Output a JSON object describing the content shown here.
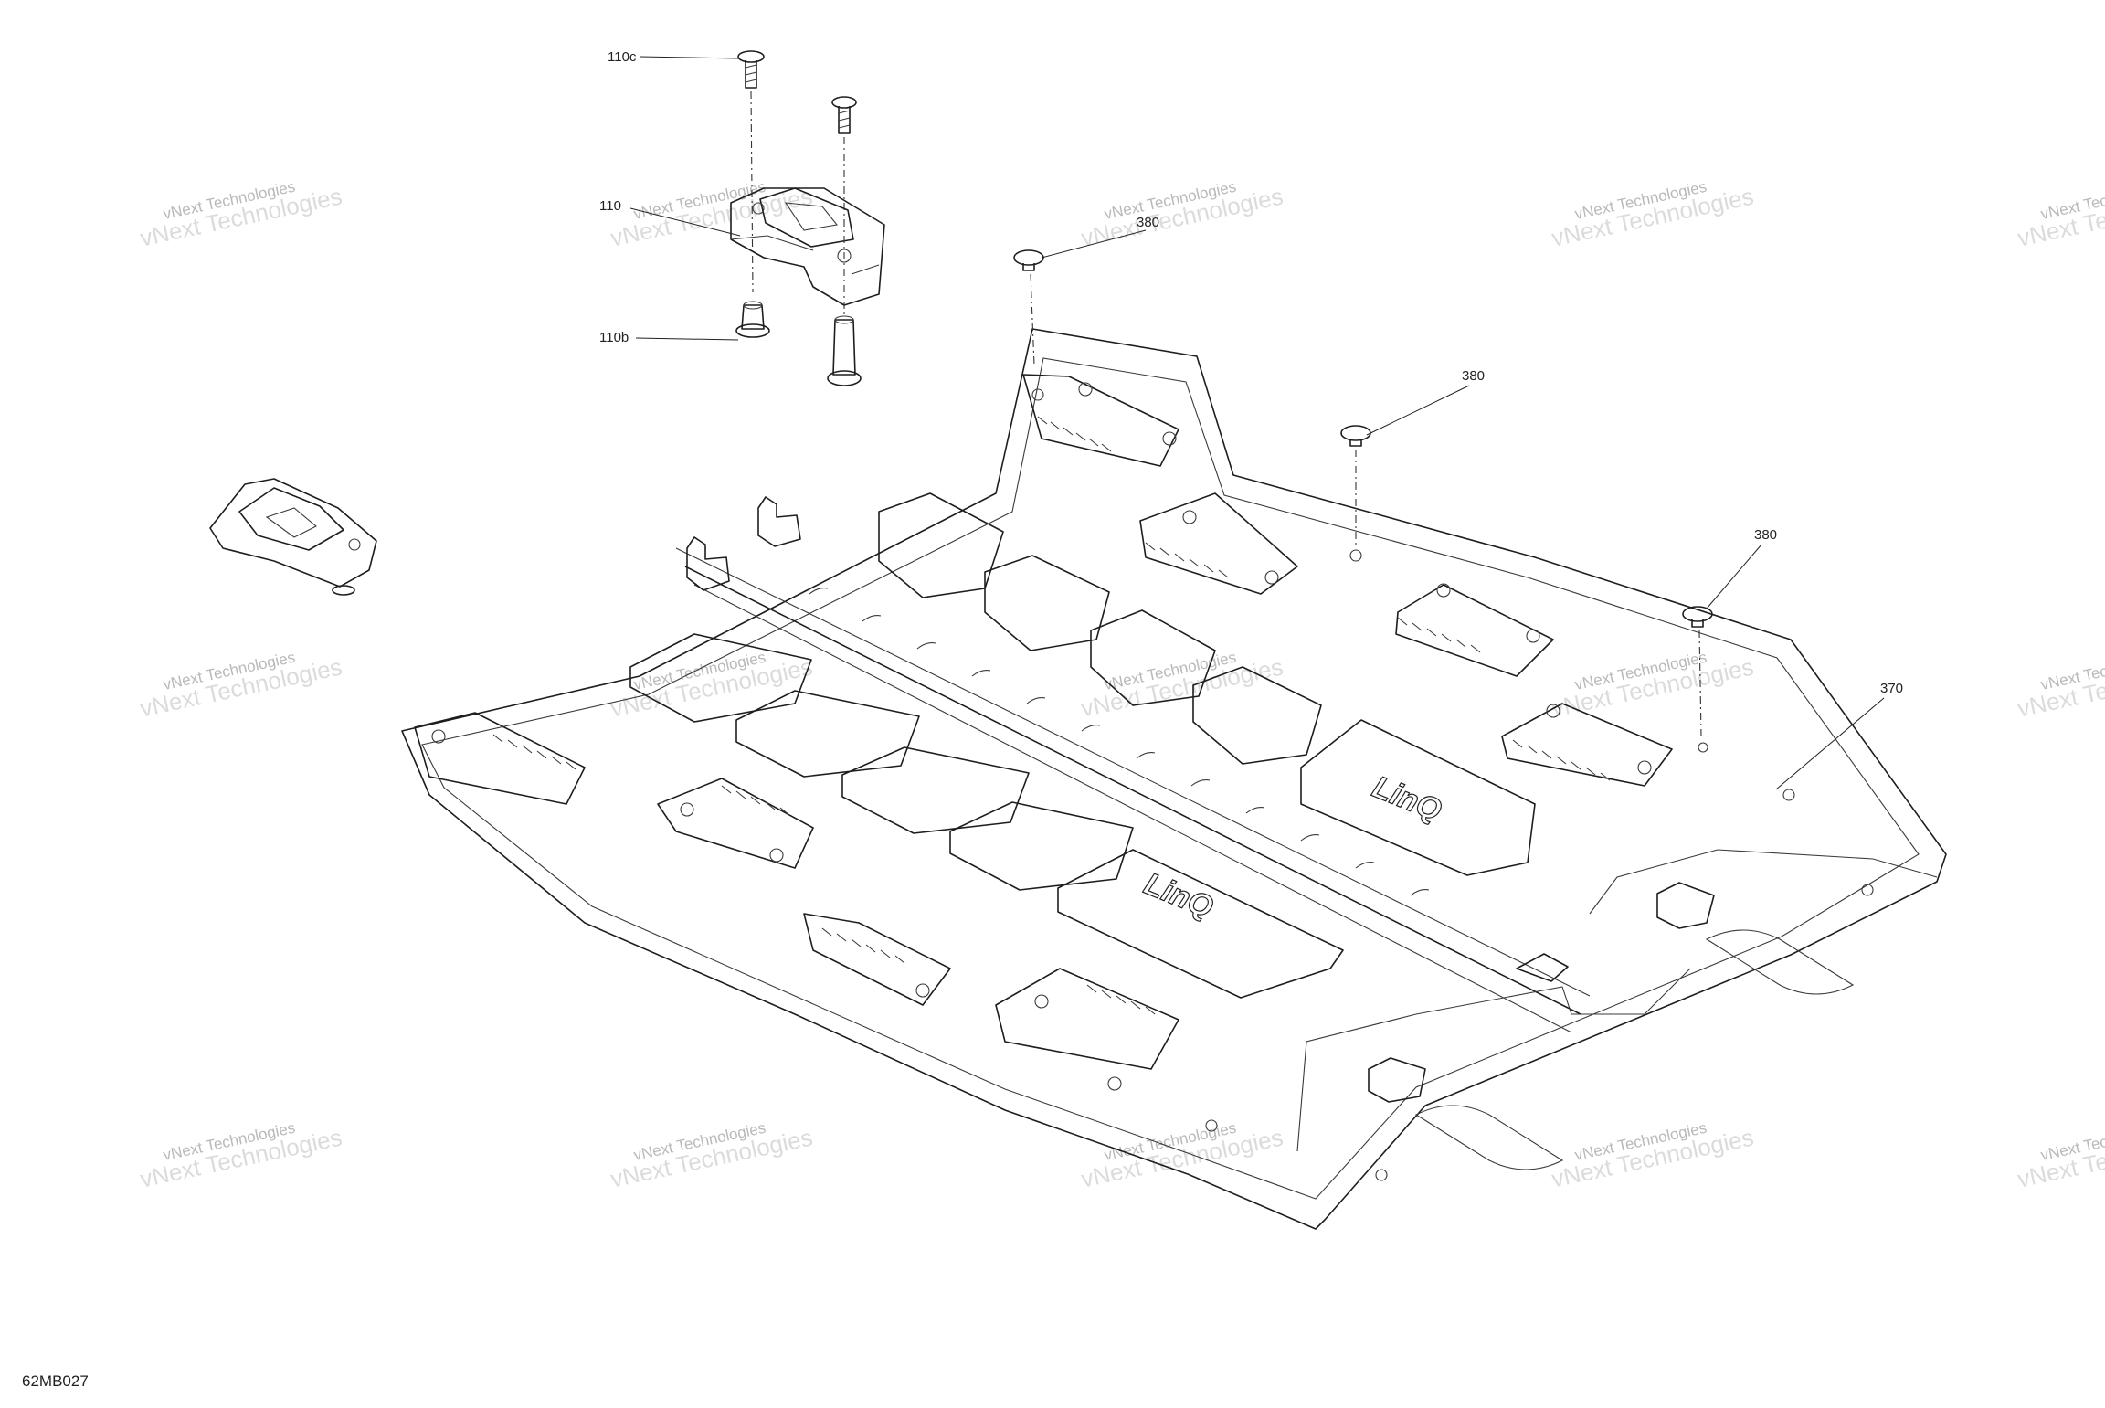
{
  "diagram": {
    "callouts": {
      "c110c": "110c",
      "c110": "110",
      "c110b": "110b",
      "c380a": "380",
      "c380b": "380",
      "c380c": "380",
      "c370": "370"
    },
    "code": "62MB027",
    "decal_text": "LinQ",
    "watermark": {
      "line1": "vNext Technologies",
      "line2": "vNext Technologies"
    }
  }
}
